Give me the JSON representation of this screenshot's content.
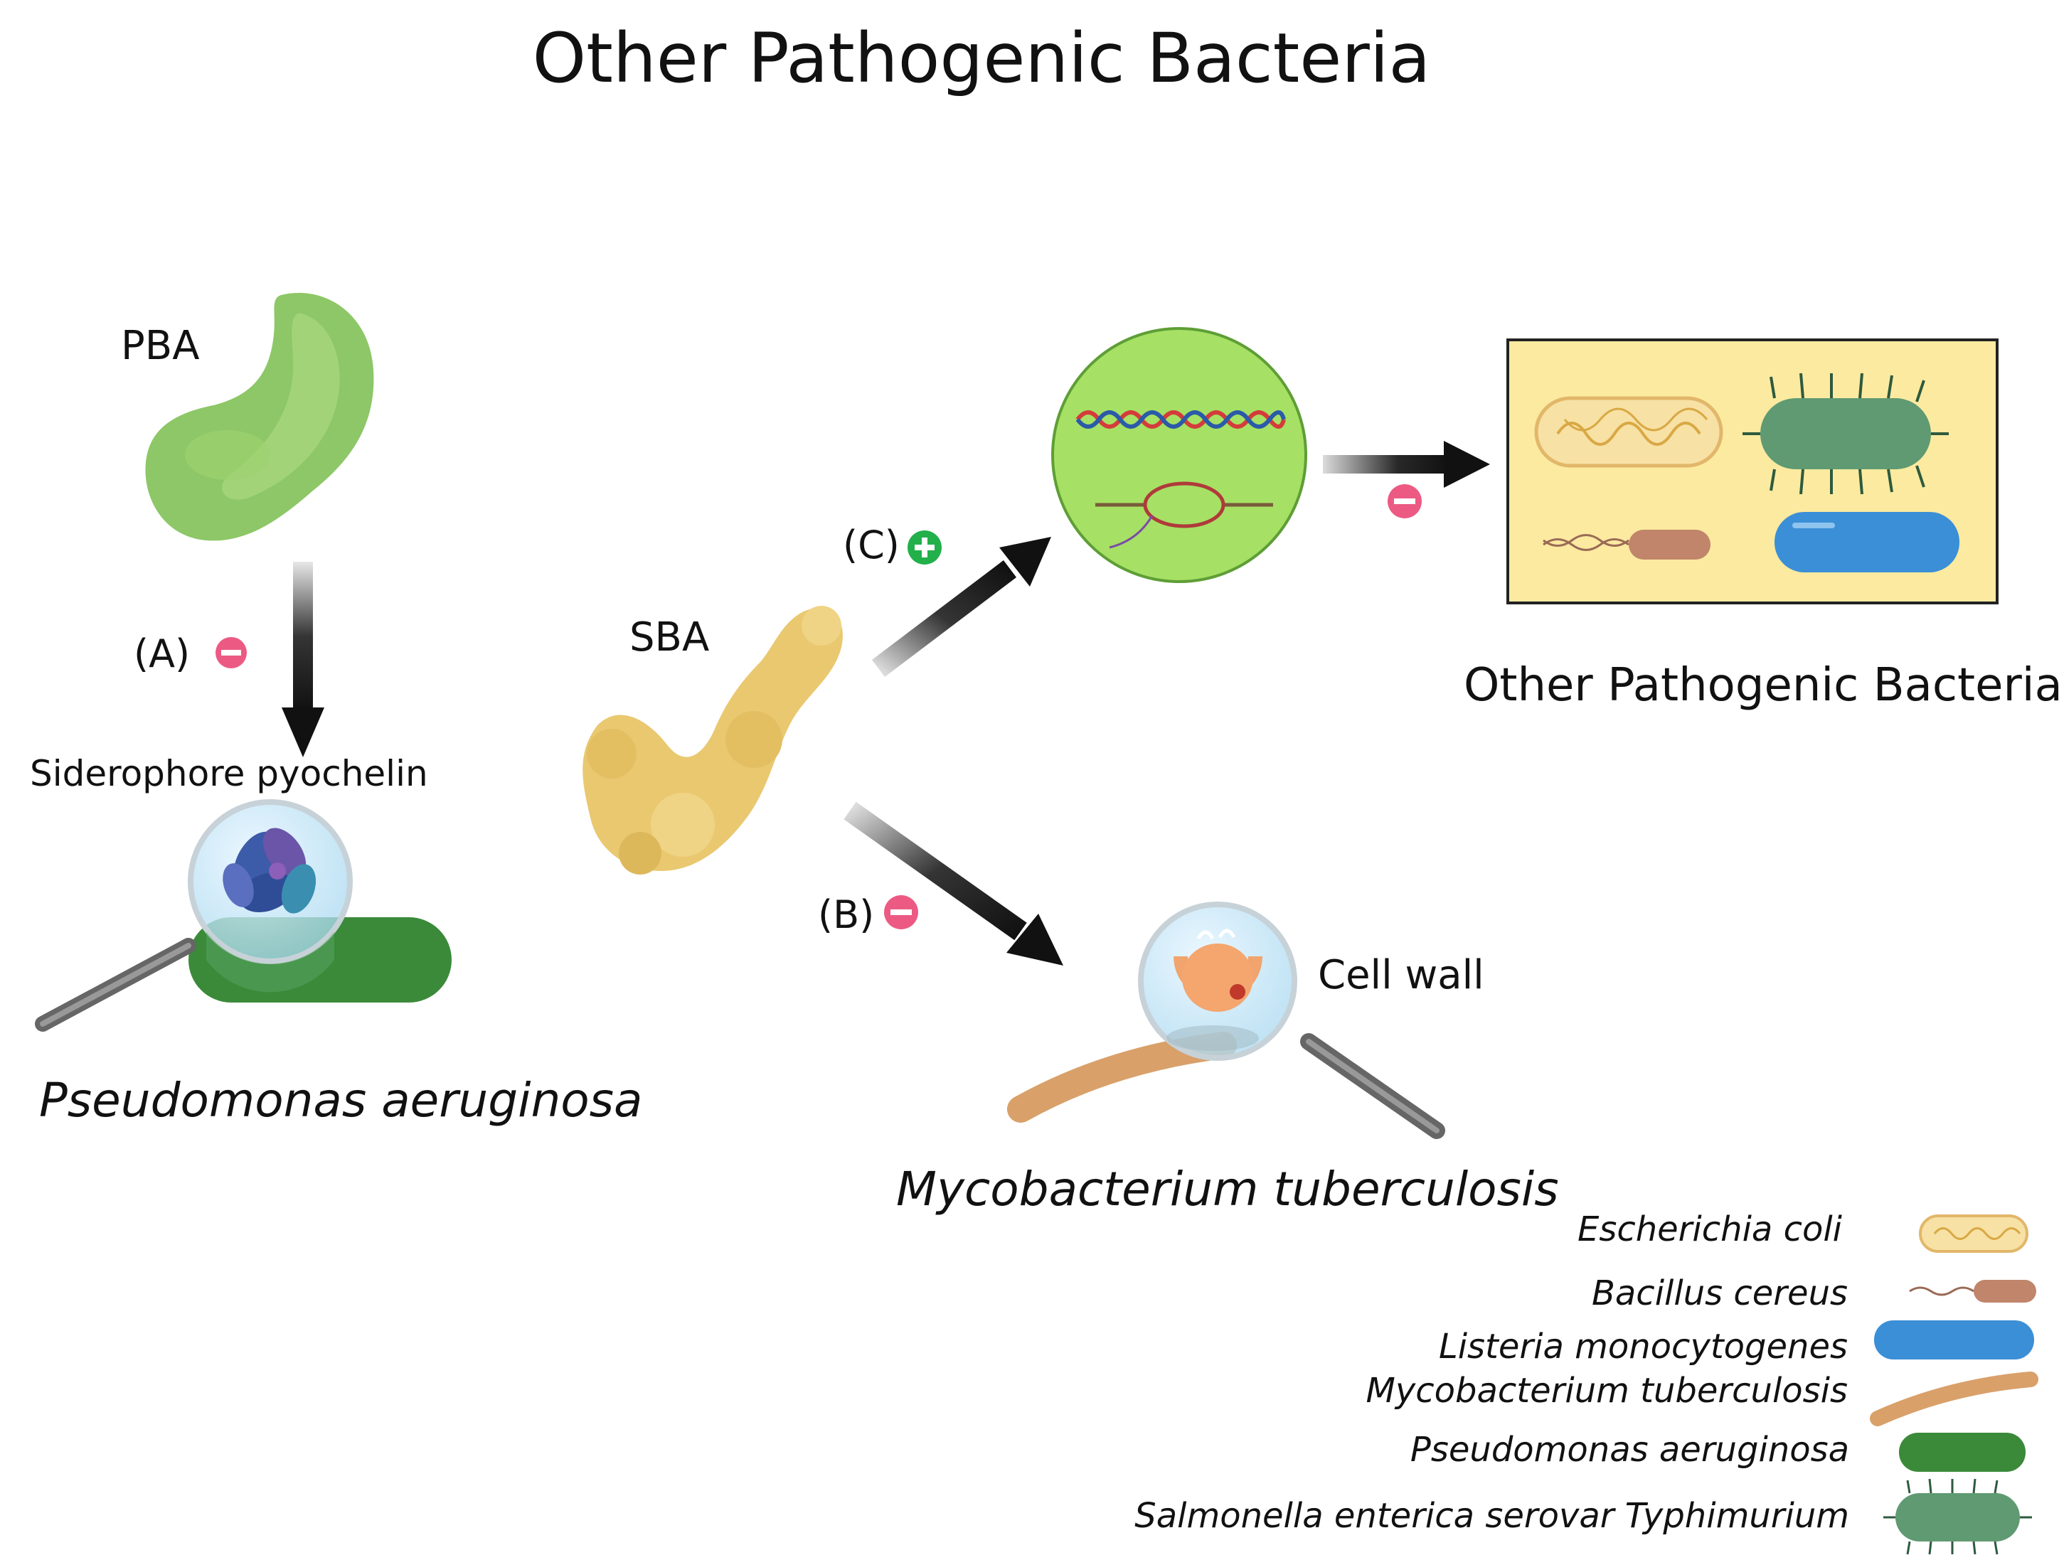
{
  "title": "Other Pathogenic Bacteria",
  "labels": {
    "pba": "PBA",
    "sba": "SBA",
    "siderophore": "Siderophore pyochelin",
    "pseudomonas": "Pseudomonas aeruginosa",
    "mycobacterium": "Mycobacterium tuberculosis",
    "cell_wall": "Cell wall",
    "other_bacteria": "Other Pathogenic Bacteria"
  },
  "pathways": {
    "a": {
      "label": "(A)",
      "effect": "inhibit"
    },
    "b": {
      "label": "(B)",
      "effect": "inhibit"
    },
    "c": {
      "label": "(C)",
      "effect": "promote"
    },
    "d": {
      "effect": "inhibit"
    }
  },
  "legend": [
    {
      "name": "Escherichia coli",
      "icon": "e-coli-icon"
    },
    {
      "name": "Bacillus cereus",
      "icon": "bacillus-cereus-icon"
    },
    {
      "name": "Listeria monocytogenes",
      "icon": "listeria-icon"
    },
    {
      "name": "Mycobacterium tuberculosis",
      "icon": "mycobacterium-icon"
    },
    {
      "name": "Pseudomonas aeruginosa",
      "icon": "pseudomonas-icon"
    },
    {
      "name": "Salmonella enterica serovar Typhimurium",
      "icon": "salmonella-icon"
    }
  ],
  "colors": {
    "pba": "#8dc767",
    "sba": "#e9c870",
    "inhibit": "#ec5a84",
    "promote": "#22b04b",
    "panel": "#fbeaa0",
    "circle": "#a6e064"
  }
}
